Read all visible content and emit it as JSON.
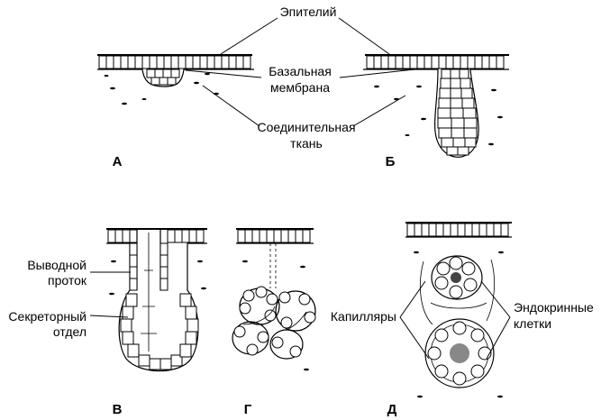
{
  "labels": {
    "epithelium": "Эпителий",
    "basal_membrane_1": "Базальная",
    "basal_membrane_2": "мембрана",
    "connective_tissue_1": "Соединительная",
    "connective_tissue_2": "ткань",
    "excretory_duct_1": "Выводной",
    "excretory_duct_2": "проток",
    "secretory_part_1": "Секреторный",
    "secretory_part_2": "отдел",
    "capillaries": "Капилляры",
    "endocrine_cells_1": "Эндокринные",
    "endocrine_cells_2": "клетки"
  },
  "panels": {
    "a": "А",
    "b": "Б",
    "v": "В",
    "g": "Г",
    "d": "Д"
  }
}
